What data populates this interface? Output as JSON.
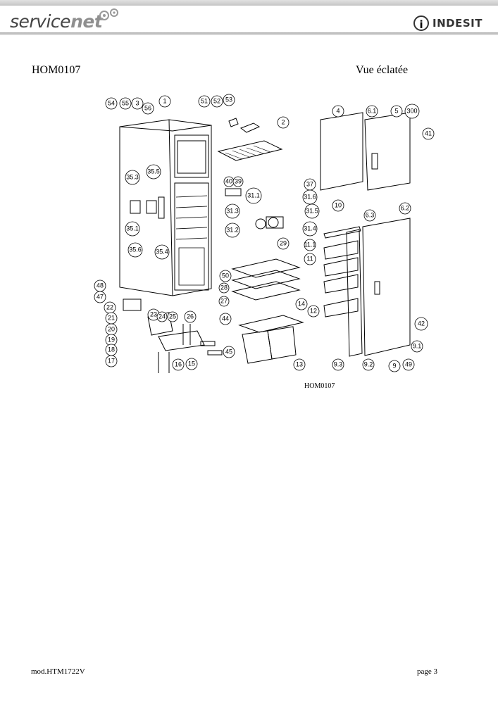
{
  "header": {
    "brand_left_a": "service",
    "brand_left_b": "net",
    "brand_right": "INDESIT"
  },
  "page": {
    "model_code": "HOM0107",
    "view_title": "Vue éclatée"
  },
  "diagram": {
    "caption": "HOM0107",
    "callouts": [
      "54",
      "55",
      "3",
      "56",
      "1",
      "51",
      "52",
      "53",
      "2",
      "4",
      "6.1",
      "5",
      "300",
      "41",
      "35.3",
      "35.5",
      "35.1",
      "35.6",
      "35.4",
      "40",
      "39",
      "31.1",
      "37",
      "31.6",
      "31.5",
      "31.3",
      "31.2",
      "31.4",
      "10",
      "6.3",
      "6.2",
      "29",
      "11.1",
      "11",
      "50",
      "28",
      "27",
      "48",
      "47",
      "22",
      "23",
      "24",
      "25",
      "26",
      "14",
      "12",
      "44",
      "21",
      "20",
      "19",
      "18",
      "17",
      "16",
      "15",
      "45",
      "13",
      "9.3",
      "9.2",
      "9",
      "49",
      "9.1",
      "42"
    ]
  },
  "footer": {
    "left": "mod.HTM1722V",
    "right": "page 3"
  }
}
